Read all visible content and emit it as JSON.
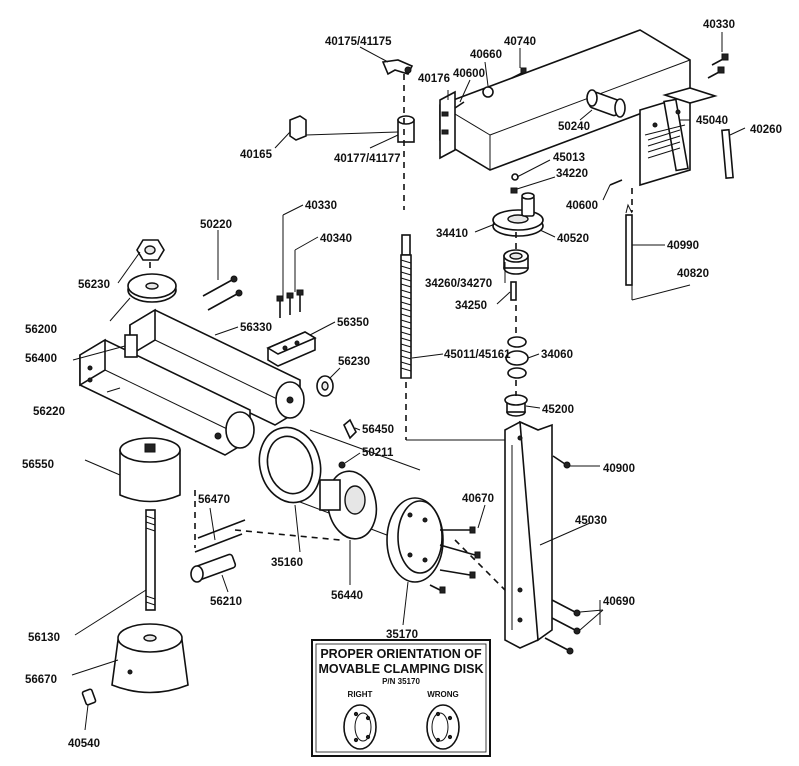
{
  "labels": {
    "p40330_top": "40330",
    "p40175": "40175/41175",
    "p40740": "40740",
    "p40660": "40660",
    "p40176": "40176",
    "p40600_top": "40600",
    "p50240": "50240",
    "p45040": "45040",
    "p40260": "40260",
    "p40165": "40165",
    "p40177": "40177/41177",
    "p45013": "45013",
    "p34220": "34220",
    "p40600_mid": "40600",
    "p50220": "50220",
    "p40330_mid": "40330",
    "p40340": "40340",
    "p34410": "34410",
    "p40520": "40520",
    "p40990": "40990",
    "p56230_top": "56230",
    "p34260": "34260/34270",
    "p40820": "40820",
    "p34250": "34250",
    "p56200": "56200",
    "p56330": "56330",
    "p56350": "56350",
    "p56400": "56400",
    "p45011": "45011/45161",
    "p34060": "34060",
    "p56230_mid": "56230",
    "p56220": "56220",
    "p45200": "45200",
    "p56450": "56450",
    "p50211": "50211",
    "p56550": "56550",
    "p40900": "40900",
    "p56470": "56470",
    "p40670": "40670",
    "p45030": "45030",
    "p35160": "35160",
    "p56210": "56210",
    "p56440": "56440",
    "p40690": "40690",
    "p56130": "56130",
    "p35170": "35170",
    "p56670": "56670",
    "p40540": "40540"
  },
  "note": {
    "title_line1": "PROPER ORIENTATION OF",
    "title_line2": "MOVABLE CLAMPING DISK",
    "part_no": "P/N 35170",
    "right": "RIGHT",
    "wrong": "WRONG"
  }
}
